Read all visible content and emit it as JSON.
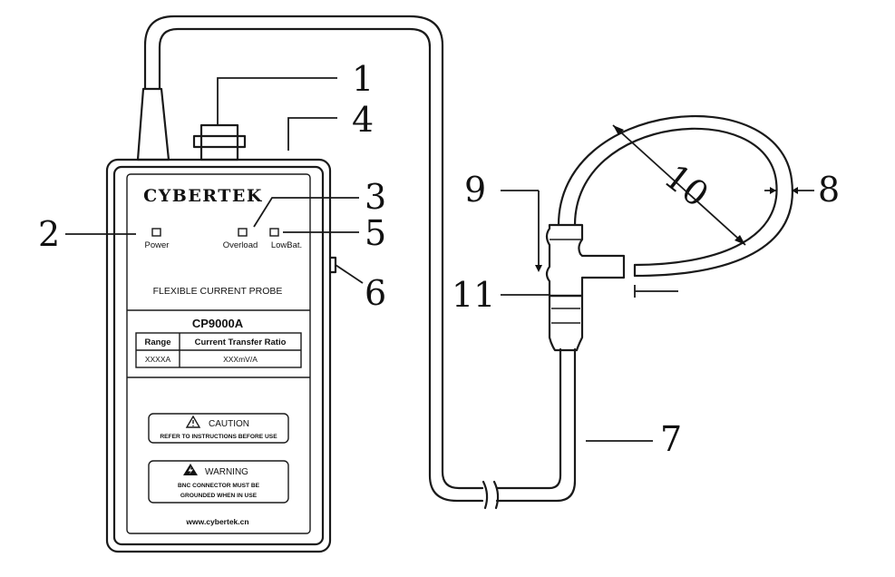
{
  "device": {
    "brand": "CYBERTEK",
    "indicators": {
      "power": "Power",
      "overload": "Overload",
      "low_battery": "LowBat."
    },
    "product_name": "FLEXIBLE CURRENT PROBE",
    "model": "CP9000A",
    "spec_table": {
      "headers": [
        "Range",
        "Current Transfer Ratio"
      ],
      "row": [
        "XXXXA",
        "XXXmV/A"
      ]
    },
    "caution": {
      "title": "CAUTION",
      "text": "REFER TO INSTRUCTIONS BEFORE USE"
    },
    "warning": {
      "title": "WARNING",
      "line1": "BNC CONNECTOR MUST BE",
      "line2": "GROUNDED WHEN IN USE"
    },
    "website": "www.cybertek.cn"
  },
  "callouts": [
    "1",
    "2",
    "3",
    "4",
    "5",
    "6",
    "7",
    "8",
    "9",
    "10",
    "11"
  ]
}
